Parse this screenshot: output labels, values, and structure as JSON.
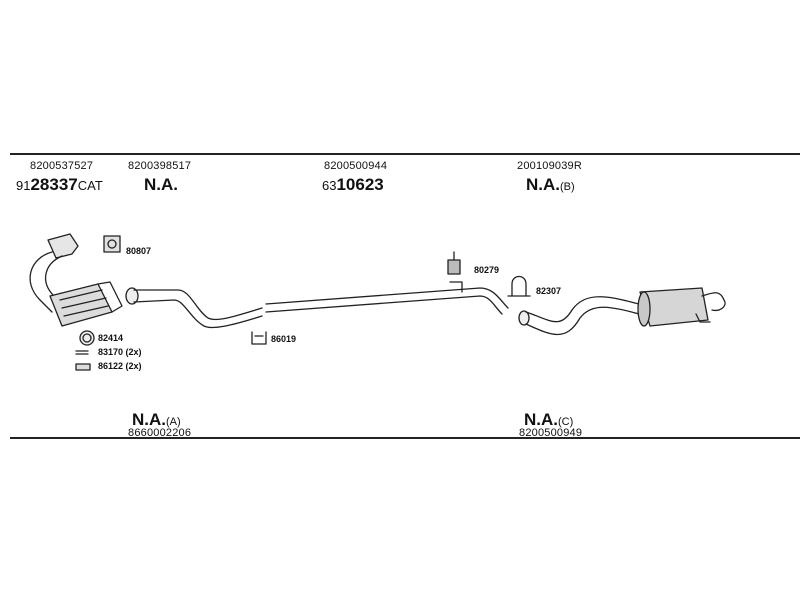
{
  "header": {
    "col1": {
      "code": "8200537527",
      "num_prefix": "91",
      "num_bold": "28337",
      "num_suffix": "CAT"
    },
    "col2": {
      "code": "8200398517",
      "status": "N.A."
    },
    "col3": {
      "code": "8200500944",
      "num_prefix": "63",
      "num_bold": "10623"
    },
    "col4": {
      "code": "200109039R",
      "status": "N.A.",
      "variant": "(B)"
    }
  },
  "parts": {
    "p80807": "80807",
    "p82414": "82414",
    "p83170": "83170 (2x)",
    "p86122": "86122 (2x)",
    "p86019": "86019",
    "p80279": "80279",
    "p82307": "82307"
  },
  "footer": {
    "left": {
      "status": "N.A.",
      "variant": "(A)",
      "code": "8660002206"
    },
    "right": {
      "status": "N.A.",
      "variant": "(C)",
      "code": "8200500949"
    }
  },
  "colors": {
    "line": "#222222",
    "part_fill": "#d9d9d9",
    "part_stroke": "#333333"
  }
}
